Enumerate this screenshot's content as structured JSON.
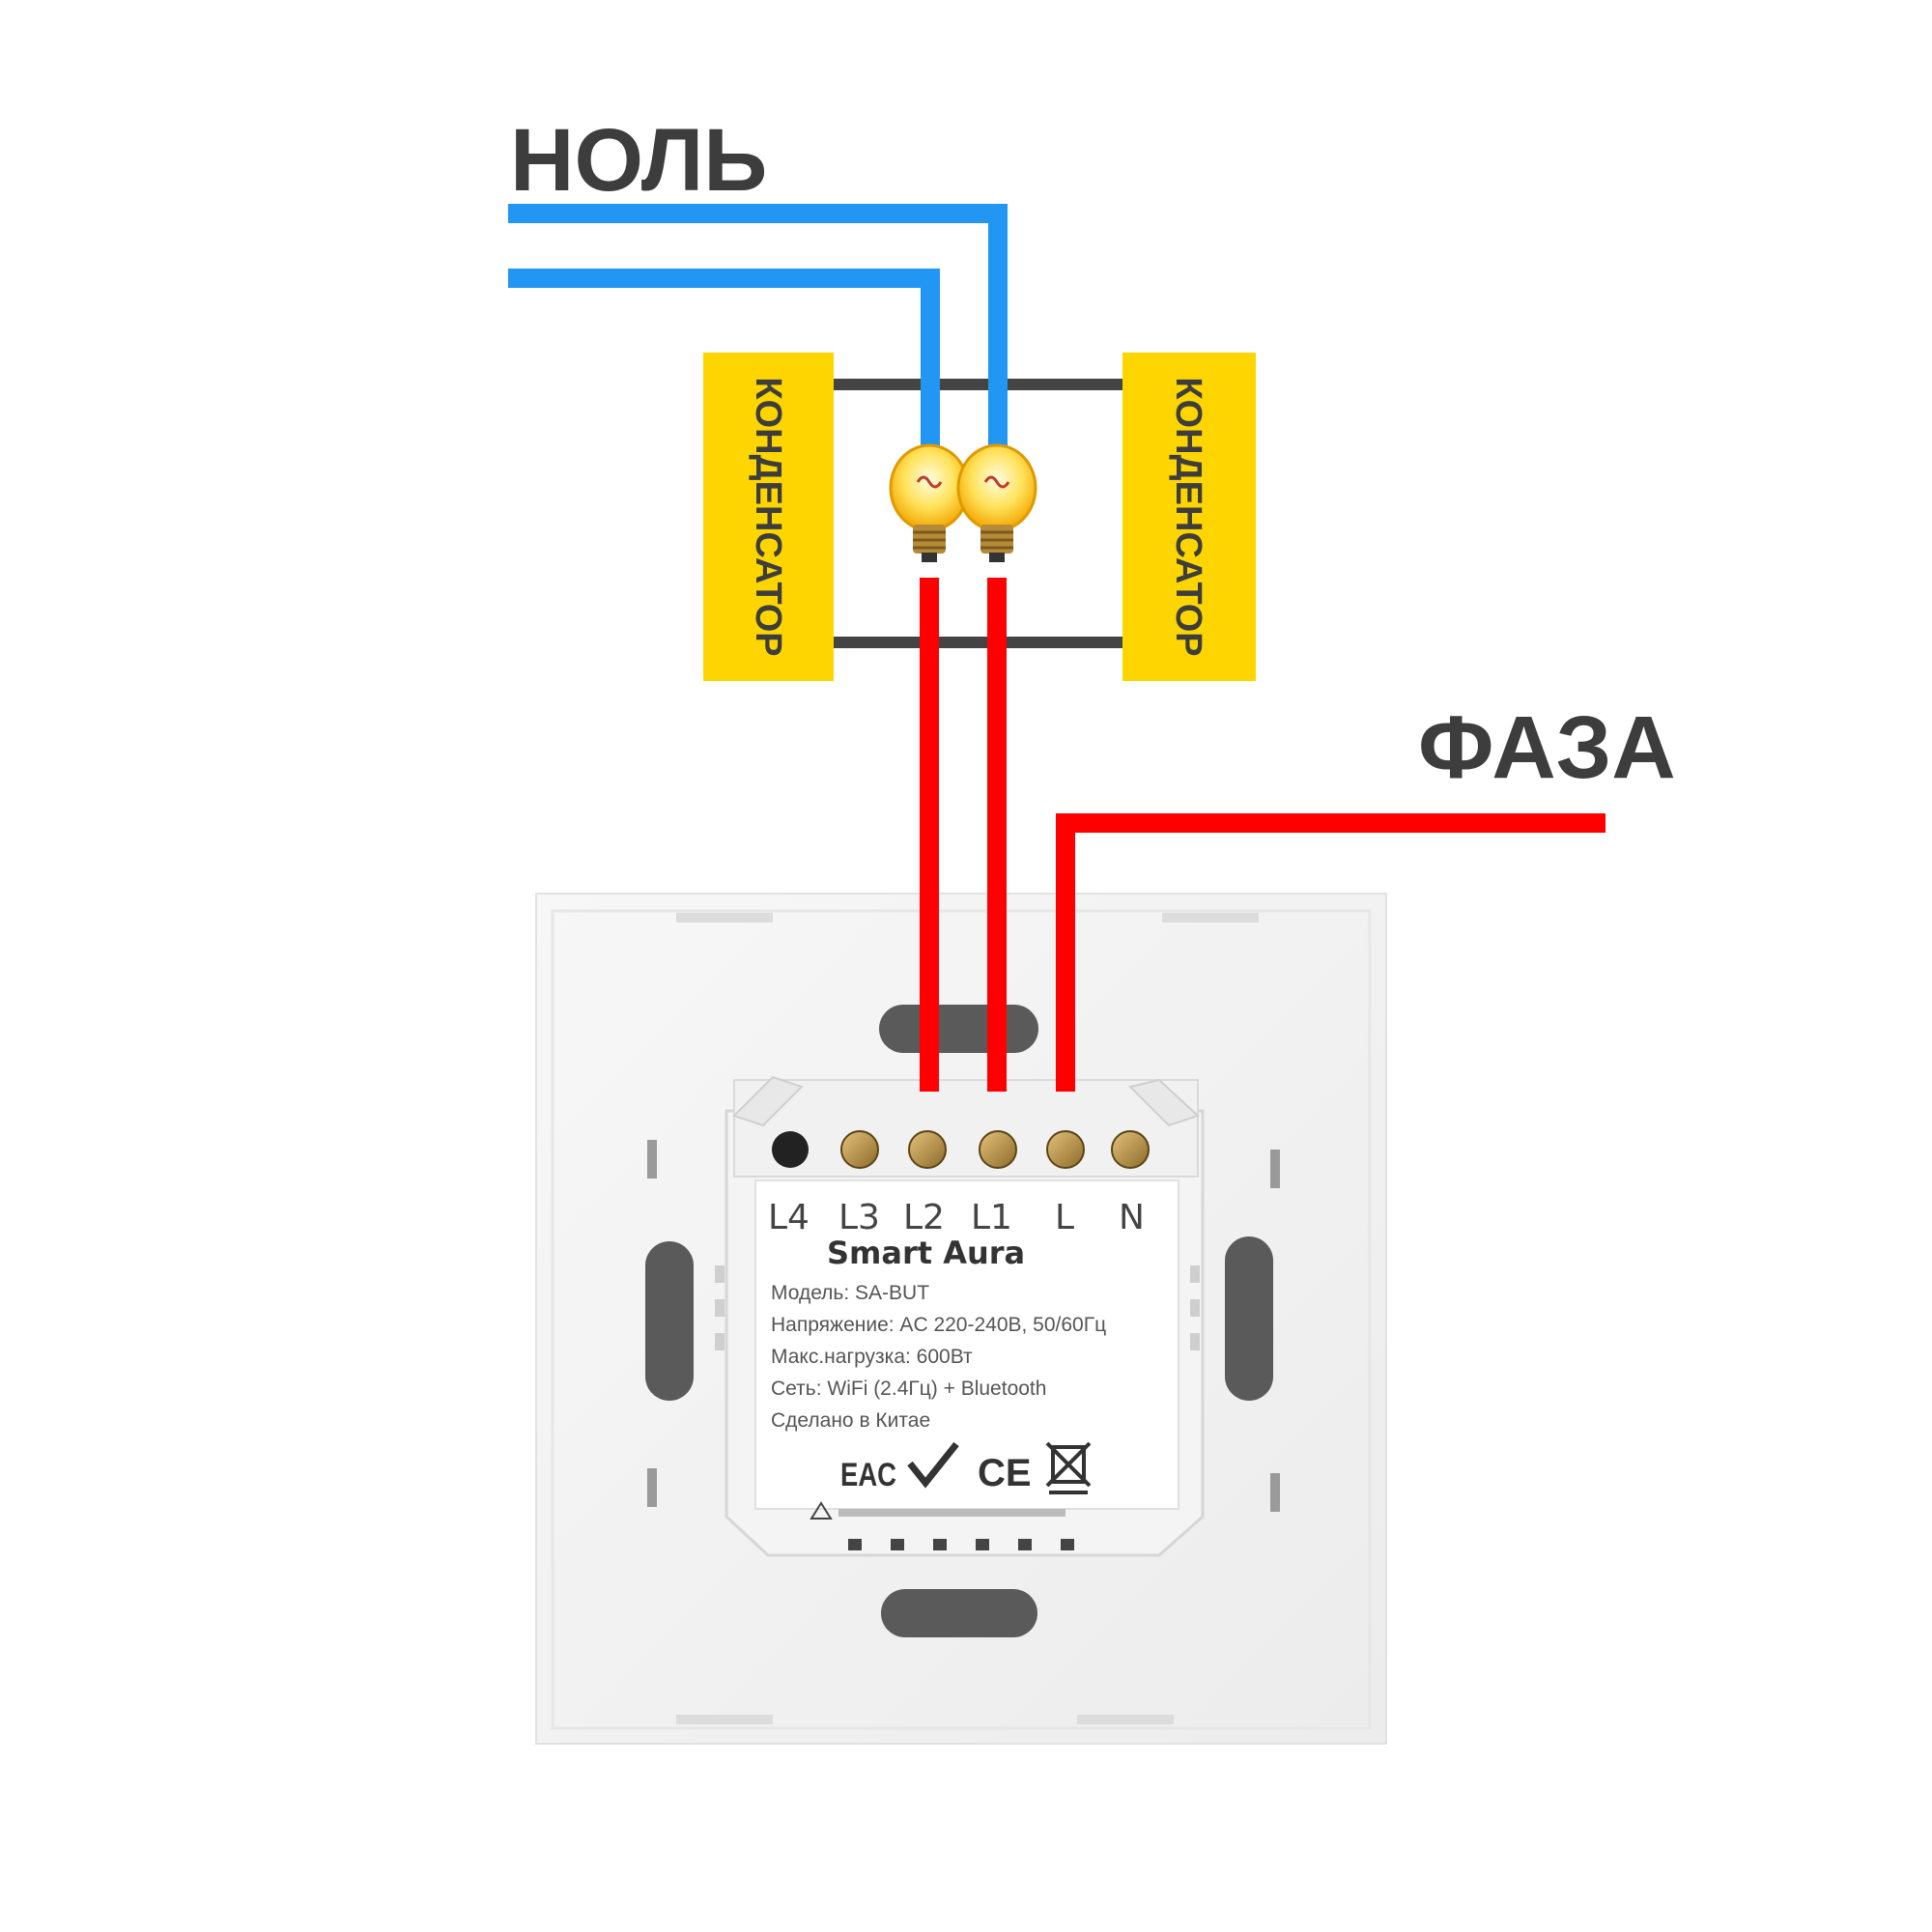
{
  "labels": {
    "neutral": "НОЛЬ",
    "phase": "ФАЗА",
    "capacitor_left": "КОНДЕНСАТОР",
    "capacitor_right": "КОНДЕНСАТОР"
  },
  "device": {
    "brand": "Smart Aura",
    "terminals": [
      "L4",
      "L3",
      "L2",
      "L1",
      "L",
      "N"
    ],
    "spec_lines": [
      "Модель: SA-BUT",
      "Напряжение: AC 220-240В, 50/60Гц",
      "Макс.нагрузка: 600Вт",
      "Сеть: WiFi (2.4Гц) + Bluetooth",
      "Сделано в Китае"
    ],
    "marks": [
      "EAC",
      "CE"
    ]
  },
  "colors": {
    "neutral_wire": "#2196f3",
    "phase_wire": "#ff0000",
    "capacitor": "#ffd500",
    "capacitor_lead": "#444444",
    "label_text": "#3d3d3d"
  }
}
